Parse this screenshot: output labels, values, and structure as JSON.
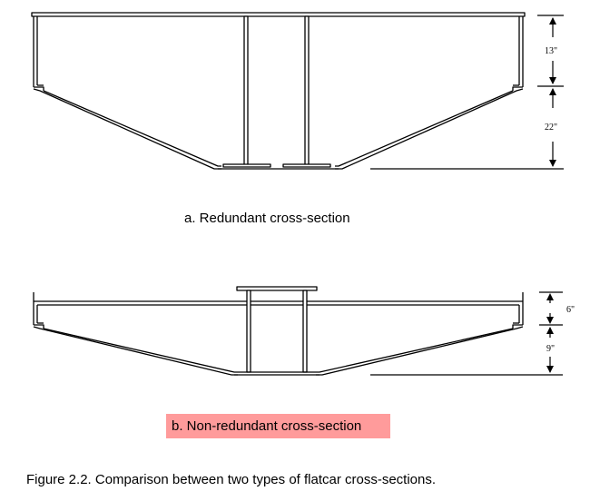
{
  "section_a": {
    "caption": "a. Redundant cross-section",
    "dim_top": "13\"",
    "dim_bottom": "22\""
  },
  "section_b": {
    "caption": "b. Non-redundant cross-section",
    "highlight_color": "#ff9b9b",
    "dim_top": "6\"",
    "dim_bottom": "9\""
  },
  "figure_caption": "Figure 2.2. Comparison between two types of flatcar cross-sections."
}
